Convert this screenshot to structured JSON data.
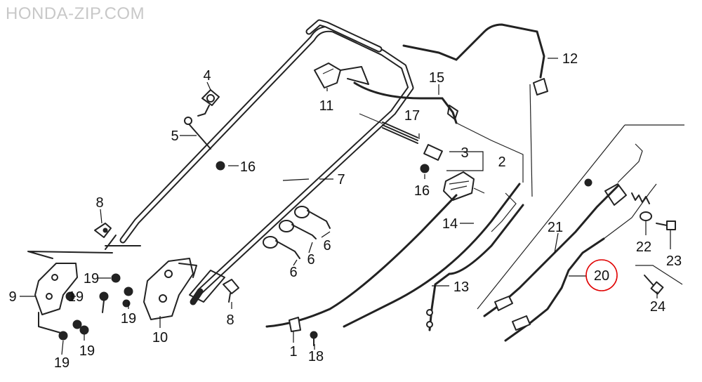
{
  "watermark": "HONDA-ZIP.COM",
  "highlight_color": "#e00000",
  "callouts": {
    "c1": "1",
    "c2": "2",
    "c3": "3",
    "c4": "4",
    "c5": "5",
    "c6a": "6",
    "c6b": "6",
    "c6c": "6",
    "c7": "7",
    "c8a": "8",
    "c8b": "8",
    "c9": "9",
    "c10": "10",
    "c11": "11",
    "c12": "12",
    "c13": "13",
    "c14": "14",
    "c15": "15",
    "c16a": "16",
    "c16b": "16",
    "c17": "17",
    "c18": "18",
    "c19a": "19",
    "c19b": "19",
    "c19c": "19",
    "c19d": "19",
    "c19e": "19",
    "c20": "20",
    "c21": "21",
    "c22": "22",
    "c23": "23",
    "c24": "24"
  },
  "highlighted_part": "20"
}
